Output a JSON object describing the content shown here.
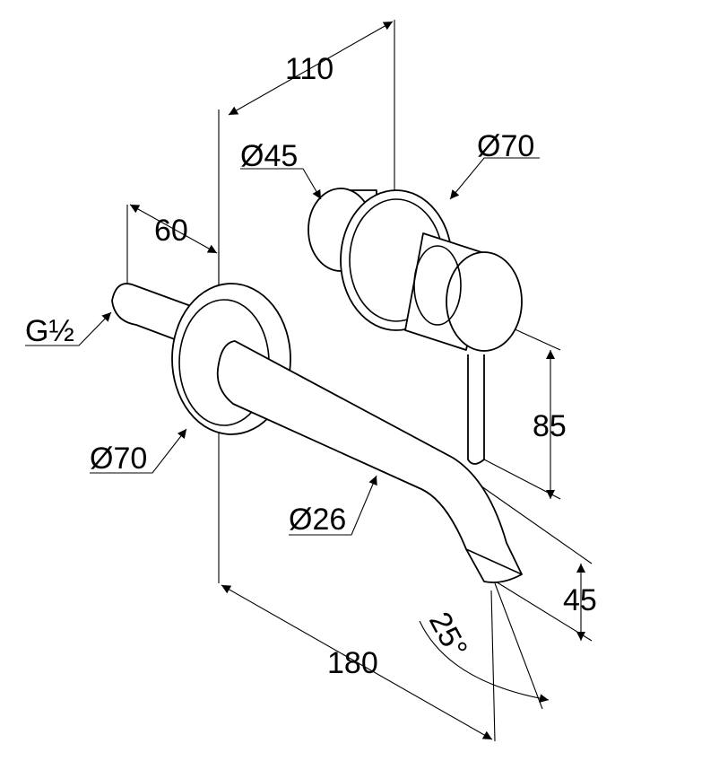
{
  "dimensions": {
    "depth_110": "110",
    "rosette_dia_back": "Ø70",
    "handle_dia": "Ø45",
    "depth_60": "60",
    "thread": "G½",
    "rosette_dia_front": "Ø70",
    "spout_dia": "Ø26",
    "height_85": "85",
    "height_45": "45",
    "length_180": "180",
    "angle_25": "25°"
  },
  "colors": {
    "line": "#000000",
    "background": "#ffffff"
  }
}
